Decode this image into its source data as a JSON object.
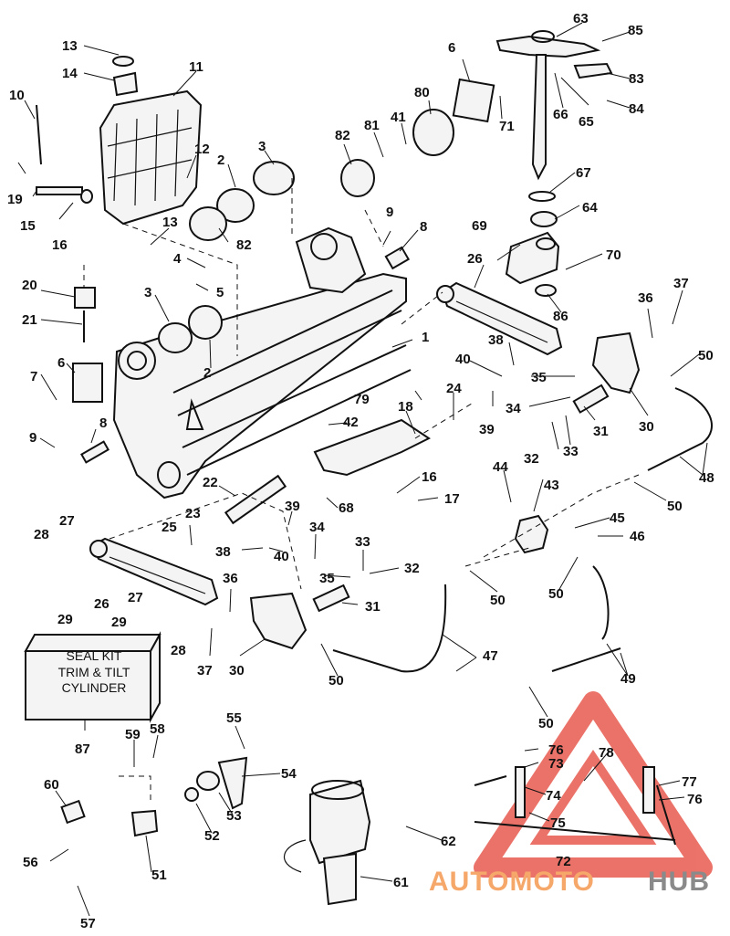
{
  "labels": {
    "l1": "1",
    "l2a": "2",
    "l2b": "2",
    "l3a": "3",
    "l3b": "3",
    "l4": "4",
    "l5": "5",
    "l6a": "6",
    "l6b": "6",
    "l7": "7",
    "l8a": "8",
    "l8b": "8",
    "l9a": "9",
    "l9b": "9",
    "l10": "10",
    "l11": "11",
    "l12": "12",
    "l13a": "13",
    "l13b": "13",
    "l14": "14",
    "l15": "15",
    "l16a": "16",
    "l16b": "16",
    "l17": "17",
    "l18": "18",
    "l19": "19",
    "l20": "20",
    "l21": "21",
    "l22": "22",
    "l23": "23",
    "l24": "24",
    "l25": "25",
    "l26a": "26",
    "l26b": "26",
    "l27a": "27",
    "l27b": "27",
    "l28a": "28",
    "l28b": "28",
    "l29a": "29",
    "l29b": "29",
    "l30a": "30",
    "l30b": "30",
    "l31a": "31",
    "l31b": "31",
    "l32a": "32",
    "l32b": "32",
    "l33a": "33",
    "l33b": "33",
    "l34a": "34",
    "l34b": "34",
    "l35a": "35",
    "l35b": "35",
    "l36a": "36",
    "l36b": "36",
    "l37a": "37",
    "l37b": "37",
    "l38a": "38",
    "l38b": "38",
    "l39a": "39",
    "l39b": "39",
    "l40a": "40",
    "l40b": "40",
    "l41": "41",
    "l42": "42",
    "l43": "43",
    "l44": "44",
    "l45": "45",
    "l46": "46",
    "l47": "47",
    "l48": "48",
    "l49": "49",
    "l50a": "50",
    "l50b": "50",
    "l50c": "50",
    "l50d": "50",
    "l50e": "50",
    "l50f": "50",
    "l51": "51",
    "l52": "52",
    "l53": "53",
    "l54": "54",
    "l55": "55",
    "l56": "56",
    "l57": "57",
    "l58": "58",
    "l59": "59",
    "l60": "60",
    "l61": "61",
    "l62": "62",
    "l63": "63",
    "l64": "64",
    "l65": "65",
    "l66": "66",
    "l67": "67",
    "l68": "68",
    "l69": "69",
    "l70": "70",
    "l71": "71",
    "l72": "72",
    "l73": "73",
    "l74": "74",
    "l75": "75",
    "l76a": "76",
    "l76b": "76",
    "l77": "77",
    "l78": "78",
    "l79": "79",
    "l80": "80",
    "l81": "81",
    "l82a": "82",
    "l82b": "82",
    "l83": "83",
    "l84": "84",
    "l85": "85",
    "l86": "86",
    "l87": "87"
  },
  "seal_kit": {
    "line1": "SEAL KIT",
    "line2": "TRIM & TILT",
    "line3": "CYLINDER"
  },
  "watermark": {
    "part1": "AUTOMOTO",
    "part2": "HUB"
  },
  "colors": {
    "ink": "#111111",
    "watermark_orange": "#f5a86a",
    "watermark_red": "#e85a4f",
    "watermark_gray": "#8a8a8a"
  }
}
